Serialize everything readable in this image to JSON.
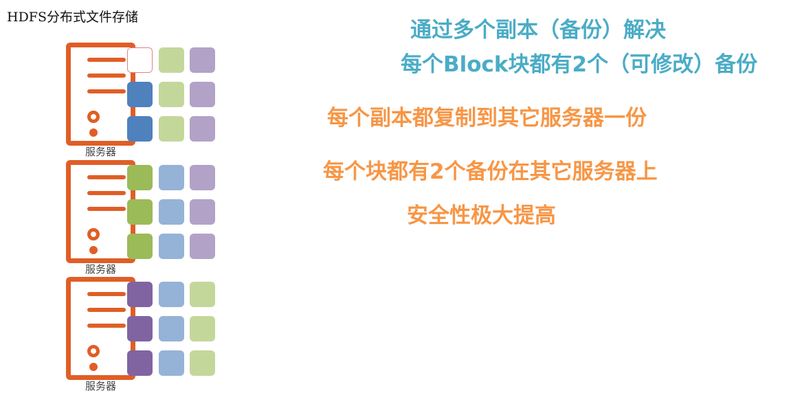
{
  "title": "HDFS分布式文件存储",
  "colors": {
    "server": "#E05E26",
    "teal": "#4BACC6",
    "orange": "#F79646"
  },
  "servers": [
    {
      "label": "服务器",
      "blocks": [
        [
          "empty",
          "#C4D79B",
          "#B2A2C7"
        ],
        [
          "#4F81BD",
          "#C4D79B",
          "#B2A2C7"
        ],
        [
          "#4F81BD",
          "#C4D79B",
          "#B2A2C7"
        ]
      ]
    },
    {
      "label": "服务器",
      "blocks": [
        [
          "#9BBB59",
          "#95B3D7",
          "#B2A2C7"
        ],
        [
          "#9BBB59",
          "#95B3D7",
          "#B2A2C7"
        ],
        [
          "#9BBB59",
          "#95B3D7",
          "#B2A2C7"
        ]
      ]
    },
    {
      "label": "服务器",
      "blocks": [
        [
          "#8064A2",
          "#95B3D7",
          "#C4D79B"
        ],
        [
          "#8064A2",
          "#95B3D7",
          "#C4D79B"
        ],
        [
          "#8064A2",
          "#95B3D7",
          "#C4D79B"
        ]
      ]
    }
  ],
  "texts": [
    {
      "text": "通过多个副本（备份）解决",
      "color": "teal"
    },
    {
      "text": "每个Block块都有2个（可修改）备份",
      "color": "teal"
    },
    {
      "text": "每个副本都复制到其它服务器一份",
      "color": "orange"
    },
    {
      "text": "每个块都有2个备份在其它服务器上",
      "color": "orange"
    },
    {
      "text": "安全性极大提高",
      "color": "orange"
    }
  ]
}
